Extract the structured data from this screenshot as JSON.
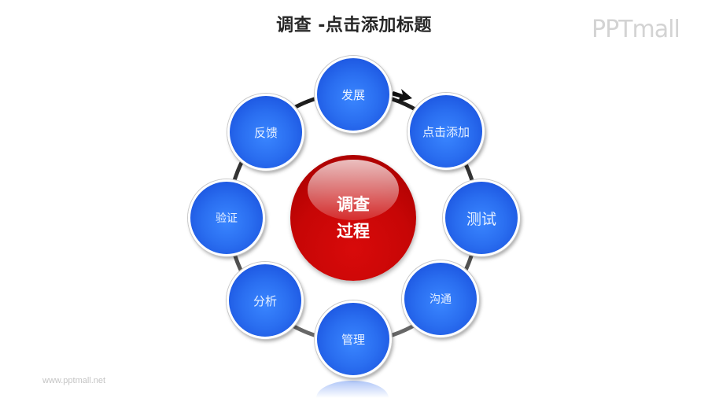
{
  "header": {
    "title": "调查 -点击添加标题",
    "logo": "PPTmall"
  },
  "footer": {
    "url": "www.pptmall.net"
  },
  "diagram": {
    "type": "cycle",
    "center": {
      "line1": "调查",
      "line2": "过程",
      "color": "#c70606"
    },
    "node_color": "#2a6ef0",
    "ring_color": "#2a2a2a",
    "nodes": [
      {
        "label": "发展"
      },
      {
        "label": "点击添加"
      },
      {
        "label": "测试"
      },
      {
        "label": "沟通"
      },
      {
        "label": "管理"
      },
      {
        "label": "分析"
      },
      {
        "label": "验证"
      },
      {
        "label": "反馈"
      }
    ],
    "arrow": "clockwise-arrow from 发展 to 点击添加"
  }
}
